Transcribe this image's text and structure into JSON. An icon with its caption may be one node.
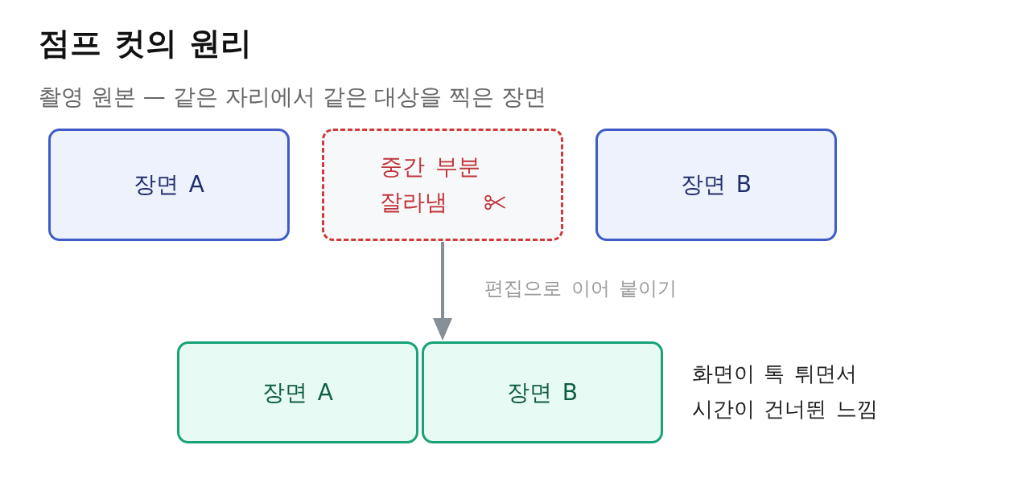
{
  "diagram": {
    "title": "점프 컷의 원리",
    "nodes": [
      {
        "text": [
          "장면 A"
        ]
      },
      {
        "text": [
          "중간 부분 잘라냄"
        ]
      },
      {
        "text": [
          "장면 B"
        ]
      },
      {
        "text": [
          "장면 A"
        ]
      },
      {
        "text": [
          "장면 B"
        ]
      }
    ],
    "edges": [
      {
        "from": 1,
        "to": 4,
        "arrow": "to",
        "label": "편집으로 이어 붙이기"
      }
    ],
    "labels": [
      "촬영 원본 — 같은 자리에서 같은 대상을 찍은 장면",
      "화면이 톡 튀면서 시간이 건너뛴 느낌"
    ]
  }
}
